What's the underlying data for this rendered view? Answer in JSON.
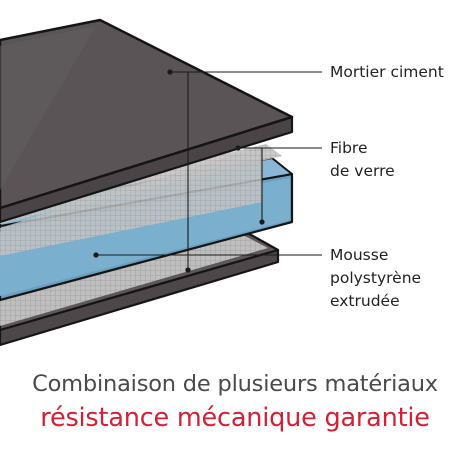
{
  "labels": {
    "mortier": "Mortier ciment",
    "fibre_line1": "Fibre",
    "fibre_line2": "de verre",
    "mousse_line1": "Mousse",
    "mousse_line2": "polystyrène",
    "mousse_line3": "extrudée"
  },
  "caption": {
    "line1": "Combinaison de plusieurs matériaux",
    "line2": "résistance mécanique garantie"
  },
  "colors": {
    "mortar": "#5a5456",
    "mortar_edge": "#4a4446",
    "fiberglass": "#c9c9c9",
    "foam": "#77a9c8",
    "foam_top": "#8dbad6",
    "outline": "#151515",
    "caption_dark": "#4a4a4a",
    "caption_red": "#d51f35"
  }
}
